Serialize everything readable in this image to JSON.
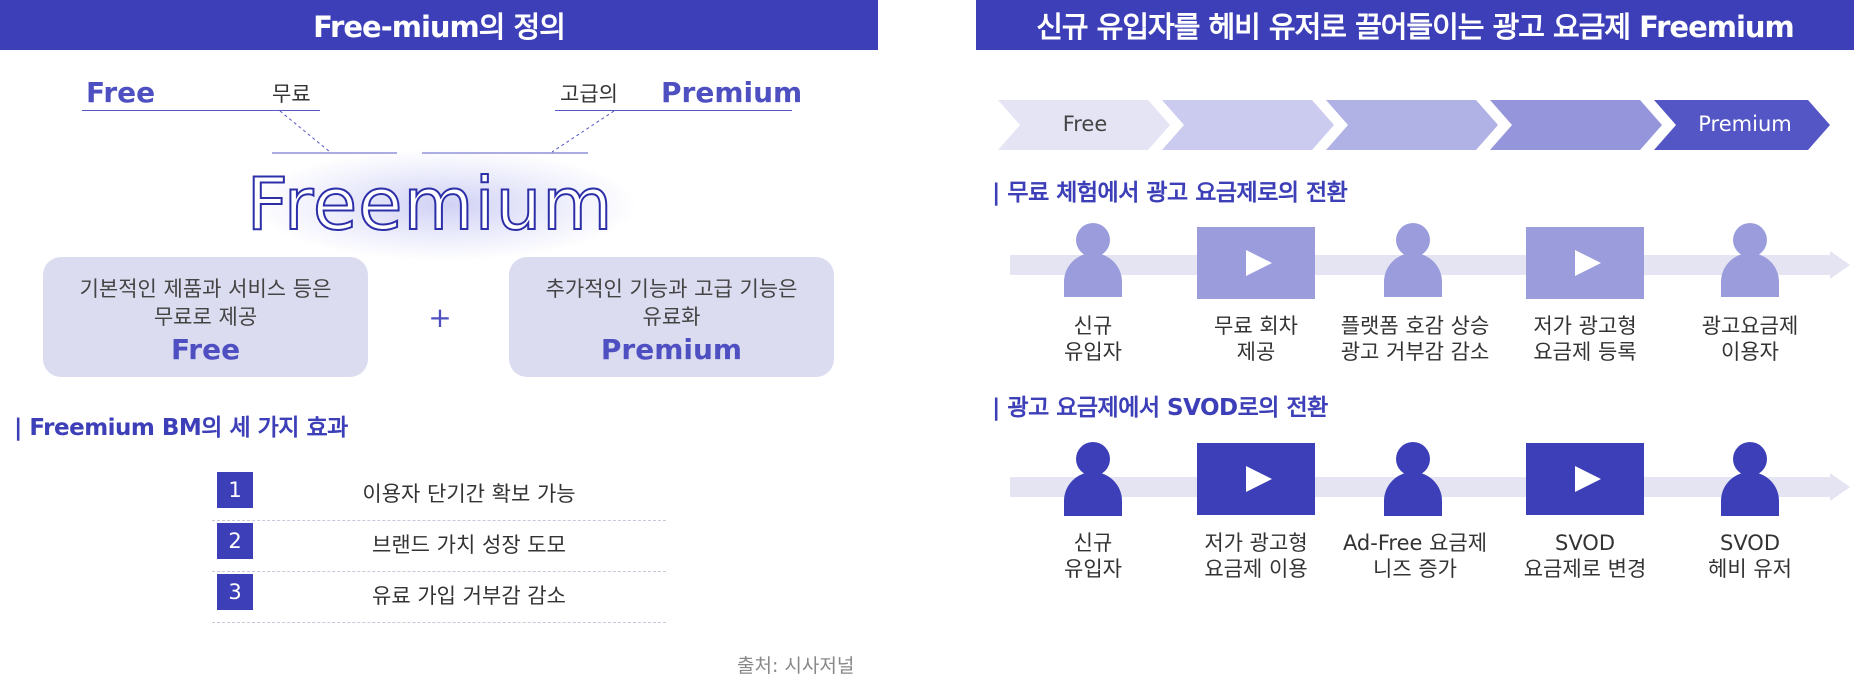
{
  "left": {
    "banner_title": "Free-mium의 정의",
    "definition": {
      "free_word": "Free",
      "free_meaning": "무료",
      "premium_meaning": "고급의",
      "premium_word": "Premium",
      "combined_word": "Freemium"
    },
    "boxes": [
      {
        "desc_line1": "기본적인 제품과 서비스 등은",
        "desc_line2": "무료로 제공",
        "tag": "Free"
      },
      {
        "desc_line1": "추가적인 기능과 고급 기능은",
        "desc_line2": "유료화",
        "tag": "Premium"
      }
    ],
    "plus_sign": "+",
    "effects_title": "| Freemium BM의 세 가지 효과",
    "effects": [
      {
        "num": "1",
        "label": "이용자 단기간 확보 가능"
      },
      {
        "num": "2",
        "label": "브랜드 가치 성장 도모"
      },
      {
        "num": "3",
        "label": "유료 가입 거부감 감소"
      }
    ],
    "source": "출처: 시사저널"
  },
  "right": {
    "banner_title": "신규 유입자를 헤비 유저로 끌어들이는 광고 요금제 Freemium",
    "chevrons": {
      "start_label": "Free",
      "end_label": "Premium",
      "colors": [
        "#e4e4f4",
        "#cacbee",
        "#b0b1e4",
        "#9495da",
        "#5456c6"
      ]
    },
    "flow1": {
      "title": "| 무료 체험에서 광고 요금제로의 전환",
      "color": "#9b9cdc",
      "steps": [
        {
          "icon": "person-icon",
          "line1": "신규",
          "line2": "유입자"
        },
        {
          "icon": "play-icon",
          "line1": "무료 회차",
          "line2": "제공"
        },
        {
          "icon": "person-icon",
          "line1": "플랫폼 호감 상승",
          "line2": "광고 거부감 감소"
        },
        {
          "icon": "play-icon",
          "line1": "저가 광고형",
          "line2": "요금제 등록"
        },
        {
          "icon": "person-icon",
          "line1": "광고요금제",
          "line2": "이용자"
        }
      ]
    },
    "flow2": {
      "title": "| 광고 요금제에서 SVOD로의 전환",
      "color": "#3c3fb7",
      "steps": [
        {
          "icon": "person-icon",
          "line1": "신규",
          "line2": "유입자"
        },
        {
          "icon": "play-icon",
          "line1": "저가 광고형",
          "line2": "요금제 이용"
        },
        {
          "icon": "person-icon",
          "line1": "Ad-Free 요금제",
          "line2": "니즈 증가"
        },
        {
          "icon": "play-icon",
          "line1": "SVOD",
          "line2": "요금제로 변경"
        },
        {
          "icon": "person-icon",
          "line1": "SVOD",
          "line2": "헤비 유저"
        }
      ]
    }
  }
}
